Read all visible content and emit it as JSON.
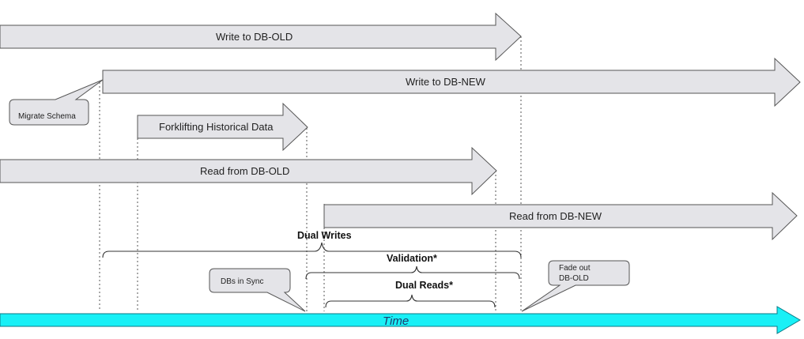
{
  "arrows": {
    "write_old": "Write to DB-OLD",
    "write_new": "Write to DB-NEW",
    "forklift": "Forklifting Historical Data",
    "read_old": "Read from DB-OLD",
    "read_new": "Read from DB-NEW"
  },
  "spans": {
    "dual_writes": "Dual Writes",
    "validation": "Validation*",
    "dual_reads": "Dual Reads*"
  },
  "callouts": {
    "migrate_schema": "Migrate Schema",
    "dbs_in_sync": "DBs in Sync",
    "fade_out_line1": "Fade out",
    "fade_out_line2": "DB-OLD"
  },
  "timeline": {
    "label": "Time"
  },
  "colors": {
    "arrow_fill": "#e4e4e8",
    "arrow_stroke": "#555555",
    "timeline_fill": "#19f0f6",
    "timeline_stroke": "#0a7a86"
  }
}
